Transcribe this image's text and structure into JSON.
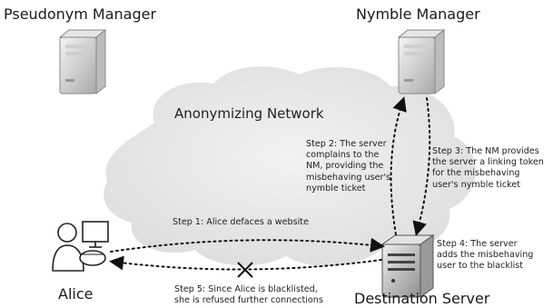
{
  "nodes": {
    "pseudonym_manager": "Pseudonym Manager",
    "nymble_manager": "Nymble Manager",
    "alice": "Alice",
    "destination_server": "Destination Server"
  },
  "network_label": "Anonymizing Network",
  "steps": {
    "step1": "Step 1: Alice defaces a website",
    "step2": [
      "Step 2: The server",
      "complains to the",
      "NM, providing the",
      "misbehaving user's",
      "nymble ticket"
    ],
    "step3": [
      "Step 3: The NM provides",
      "the server a linking token",
      "for the misbehaving",
      "user's nymble ticket"
    ],
    "step4": [
      "Step 4: The server",
      "adds the misbehaving",
      "user to the blacklist"
    ],
    "step5": [
      "Step 5: Since Alice is blacklisted,",
      "she is refused further connections"
    ]
  },
  "icons": {
    "pseudonym_manager": "server-tower-icon",
    "nymble_manager": "server-tower-icon",
    "alice": "user-at-computer-icon",
    "destination_server": "server-icon",
    "blocked": "x-mark-icon"
  }
}
